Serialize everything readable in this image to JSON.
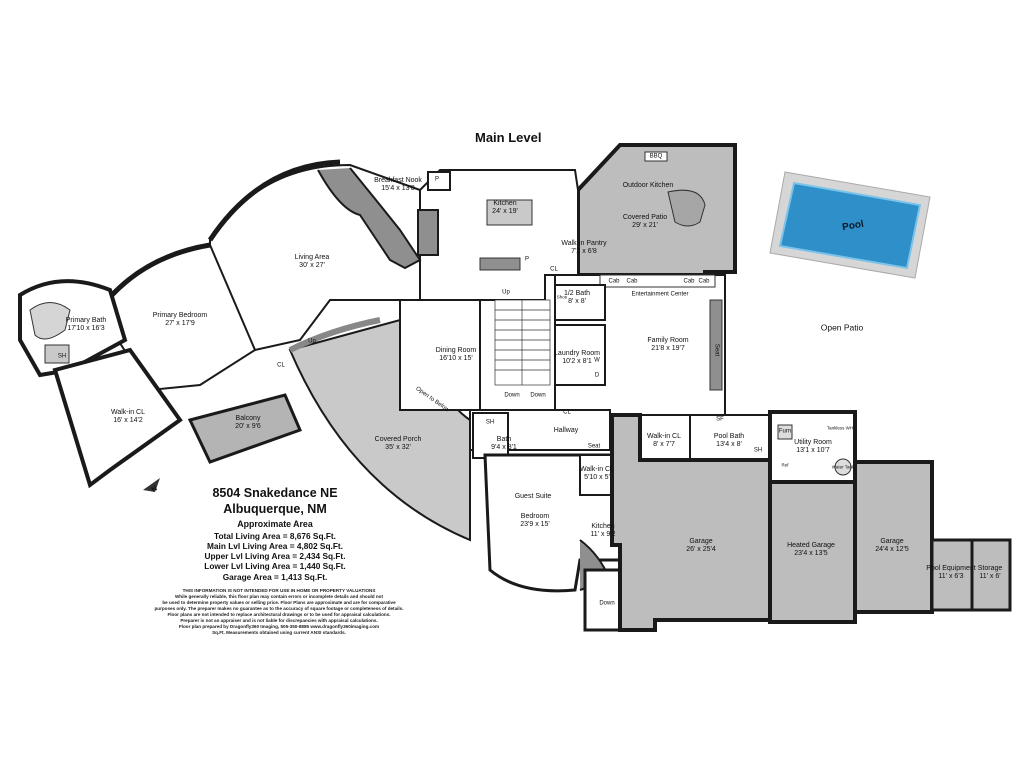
{
  "title": "Main Level",
  "address": {
    "line1": "8504 Snakedance NE",
    "line2": "Albuquerque, NM"
  },
  "areas": {
    "heading": "Approximate Area",
    "lines": [
      "Total Living Area = 8,676 Sq.Ft.",
      "Main Lvl Living Area = 4,802 Sq.Ft.",
      "Upper Lvl Living Area = 2,434 Sq.Ft.",
      "Lower Lvl Living Area = 1,440 Sq.Ft.",
      "Garage Area = 1,413 Sq.Ft."
    ]
  },
  "disclaimer": [
    "THIS INFORMATION IS NOT INTENDED FOR USE IN HOME OR PROPERTY VALUATIONS",
    "While generally reliable, this floor plan may contain errors or incomplete details and should not",
    "be used to determine property values or selling price. Floor Plans are approximate and are for comparative",
    "purposes only. The preparer makes no guarantee as to the accuracy of square footage or completeness of details.",
    "Floor plans are not intended to replace architectural drawings or to be used for appraisal calculations.",
    "Preparer is not an appraiser and is not liable for discrepancies with appraisal calculations.",
    "Floor plan prepared by Dragonfly360 Imaging, 505-350-8885  www.dragonfly360imaging.com",
    "Sq.Ft. Measurements obtained using current ANSI standards."
  ],
  "compass": "N",
  "rooms": {
    "breakfast_nook": {
      "name": "Breakfast Nook",
      "dims": "15'4 x 13'8"
    },
    "kitchen": {
      "name": "Kitchen",
      "dims": "24' x 19'"
    },
    "outdoor_kitchen": {
      "name": "Outdoor Kitchen",
      "dims": ""
    },
    "covered_patio": {
      "name": "Covered Patio",
      "dims": "29' x 21'"
    },
    "living_area": {
      "name": "Living Area",
      "dims": "30' x 27'"
    },
    "walkin_pantry": {
      "name": "Walk-in Pantry",
      "dims": "7'2 x 6'8"
    },
    "primary_bath": {
      "name": "Primary Bath",
      "dims": "17'10 x 16'3"
    },
    "primary_bedroom": {
      "name": "Primary Bedroom",
      "dims": "27' x 17'9"
    },
    "half_bath": {
      "name": "1/2 Bath",
      "dims": "8' x 8'"
    },
    "entertainment_center": {
      "name": "Entertainment Center",
      "dims": ""
    },
    "family_room": {
      "name": "Family Room",
      "dims": "21'8 x 19'7"
    },
    "dining_room": {
      "name": "Dining Room",
      "dims": "16'10 x 15'"
    },
    "laundry_room": {
      "name": "Laundry Room",
      "dims": "10'2 x 8'1"
    },
    "walkin_cl_primary": {
      "name": "Walk-in CL",
      "dims": "16' x 14'2"
    },
    "balcony": {
      "name": "Balcony",
      "dims": "20' x 9'6"
    },
    "covered_porch": {
      "name": "Covered Porch",
      "dims": "35' x 32'"
    },
    "bath": {
      "name": "Bath",
      "dims": "9'4 x 8'1"
    },
    "hallway": {
      "name": "Hallway",
      "dims": ""
    },
    "walkin_cl_hall": {
      "name": "Walk-in CL",
      "dims": "8' x 7'7"
    },
    "pool_bath": {
      "name": "Pool Bath",
      "dims": "13'4 x 8'"
    },
    "utility_room": {
      "name": "Utility Room",
      "dims": "13'1 x 10'7"
    },
    "guest_suite": {
      "name": "Guest Suite",
      "dims": ""
    },
    "walkin_cl_guest": {
      "name": "Walk-in CL",
      "dims": "5'10 x 5'"
    },
    "bedroom": {
      "name": "Bedroom",
      "dims": "23'9 x 15'"
    },
    "guest_kitchen": {
      "name": "Kitchen",
      "dims": "11' x 9'2"
    },
    "garage_main": {
      "name": "Garage",
      "dims": "26' x 25'4"
    },
    "heated_garage": {
      "name": "Heated Garage",
      "dims": "23'4 x 13'5"
    },
    "garage_side": {
      "name": "Garage",
      "dims": "24'4 x 12'5"
    },
    "pool_equipment": {
      "name": "Pool Equipment",
      "dims": "11' x 6'3"
    },
    "storage": {
      "name": "Storage",
      "dims": "11' x 6'"
    }
  },
  "fixtures": {
    "pool": "Pool",
    "open_patio": "Open Patio",
    "bbq": "BBQ",
    "cab": "Cab",
    "seat": "Seat",
    "sf": "SF",
    "sh": "SH",
    "cl": "CL",
    "p": "P",
    "w": "W",
    "d": "D",
    "up": "Up",
    "down": "Down",
    "open_to_below": "Open to Below",
    "furn": "Furn",
    "tankless_wh": "Tankless WH",
    "water_tank": "Water Tank",
    "shoe": "Shoe",
    "ref": "Ref"
  },
  "colors": {
    "wall": "#1a1a1a",
    "floor_gray": "#bcbcbc",
    "porch_gray": "#c9c9c9",
    "pool_water": "#2f8fc9",
    "pool_deck": "#d8d8d8",
    "room_white": "#ffffff"
  }
}
